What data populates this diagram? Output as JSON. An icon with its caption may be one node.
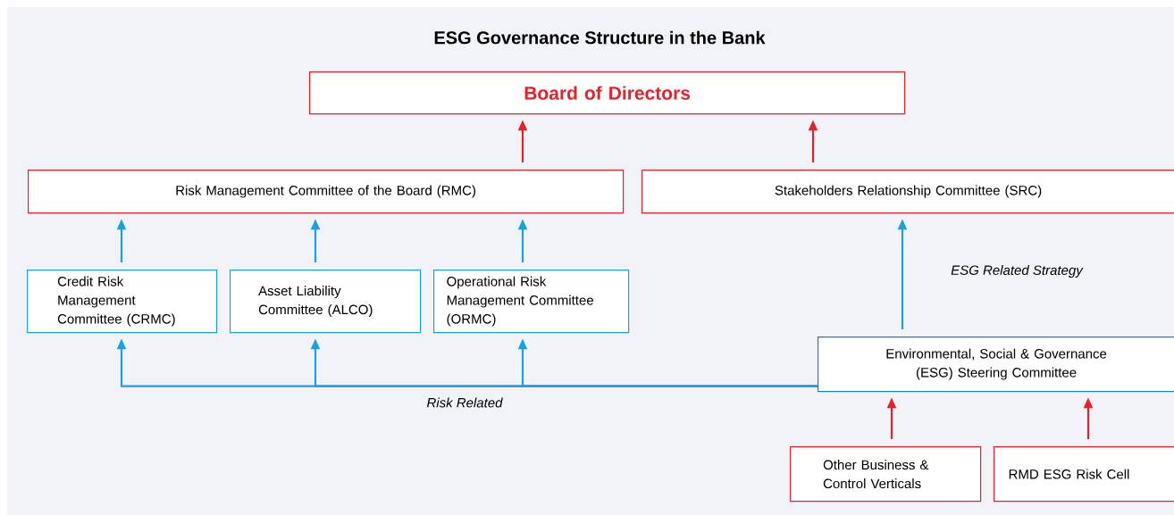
{
  "diagram": {
    "title": "ESG Governance Structure in the Bank",
    "nodes": [
      {
        "text": [
          "Board of Directors"
        ]
      },
      {
        "text": [
          "Risk Management Committee of the Board (RMC)"
        ]
      },
      {
        "text": [
          "Stakeholders Relationship Committee (SRC)"
        ]
      },
      {
        "text": [
          "Credit Risk Management Committee (CRMC)"
        ]
      },
      {
        "text": [
          "Asset Liability Committee (ALCO)"
        ]
      },
      {
        "text": [
          "Operational Risk Management Committee (ORMC)"
        ]
      },
      {
        "text": [
          "Environmental, Social & Governance (ESG) Steering Committee"
        ]
      },
      {
        "text": [
          "Other Business & Control Verticals"
        ]
      },
      {
        "text": [
          "RMD ESG Risk Cell"
        ]
      }
    ],
    "edges": [
      {
        "from": 1,
        "to": 0,
        "arrow": "to",
        "color": "#e8202a"
      },
      {
        "from": 2,
        "to": 0,
        "arrow": "to",
        "color": "#e8202a"
      },
      {
        "from": 3,
        "to": 1,
        "arrow": "to"
      },
      {
        "from": 4,
        "to": 1,
        "arrow": "to"
      },
      {
        "from": 5,
        "to": 1,
        "arrow": "to"
      },
      {
        "from": 6,
        "to": 2,
        "arrow": "to",
        "label": "ESG Related Strategy"
      },
      {
        "from": 6,
        "to": 3,
        "arrow": "to",
        "label": "Risk Related"
      },
      {
        "from": 6,
        "to": 4,
        "arrow": "to"
      },
      {
        "from": 6,
        "to": 5,
        "arrow": "to"
      },
      {
        "from": 7,
        "to": 6,
        "arrow": "to",
        "color": "#e8202a"
      },
      {
        "from": 8,
        "to": 6,
        "arrow": "to",
        "color": "#e8202a"
      }
    ]
  }
}
